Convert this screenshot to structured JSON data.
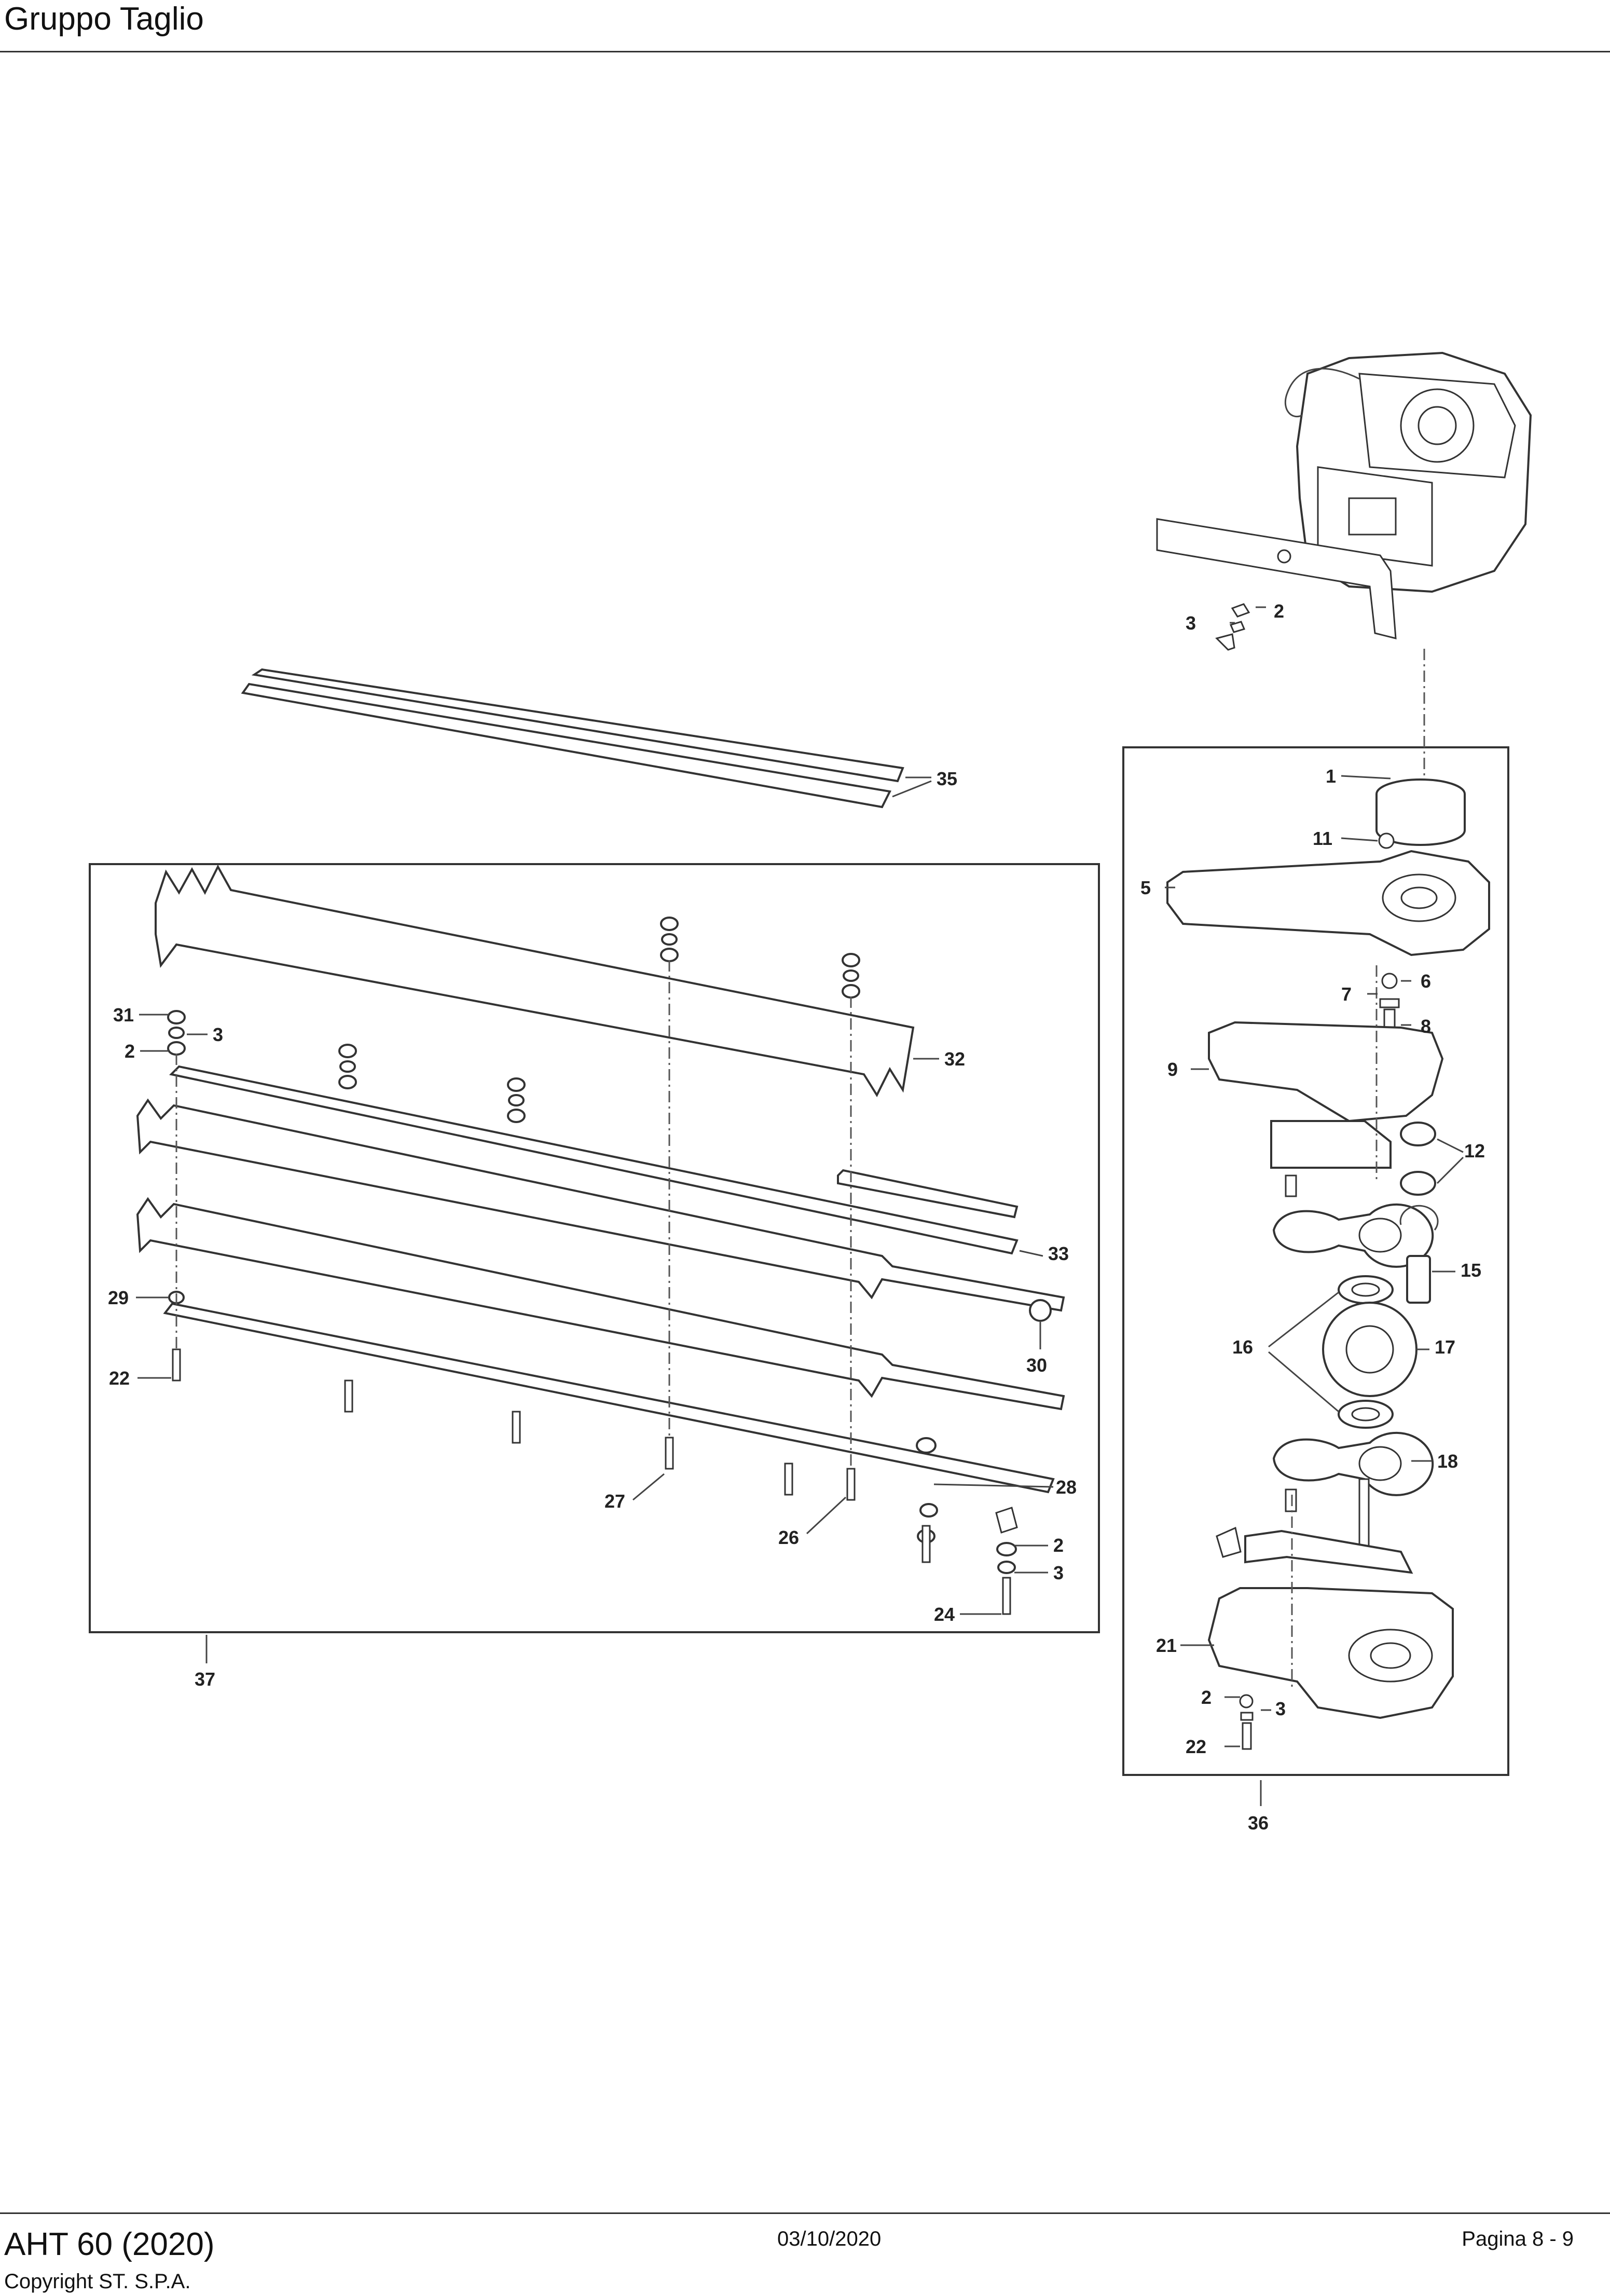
{
  "header": {
    "title": "Gruppo Taglio"
  },
  "footer": {
    "model": "AHT 60 (2020)",
    "copyright": "Copyright ST. S.P.A.",
    "date": "03/10/2020",
    "page": "Pagina 8 - 9"
  },
  "callouts": {
    "c1": "1",
    "c2a": "2",
    "c3a": "3",
    "c5": "5",
    "c6": "6",
    "c7": "7",
    "c8": "8",
    "c9": "9",
    "c11": "11",
    "c12": "12",
    "c15": "15",
    "c16": "16",
    "c17": "17",
    "c18": "18",
    "c21": "21",
    "c2d": "2",
    "c3d": "3",
    "c22b": "22",
    "c36": "36",
    "c35": "35",
    "c31": "31",
    "c3b": "3",
    "c2b": "2",
    "c32": "32",
    "c33": "33",
    "c29": "29",
    "c30": "30",
    "c22a": "22",
    "c28": "28",
    "c27": "27",
    "c26": "26",
    "c2c": "2",
    "c3c": "3",
    "c24": "24",
    "c37": "37"
  }
}
